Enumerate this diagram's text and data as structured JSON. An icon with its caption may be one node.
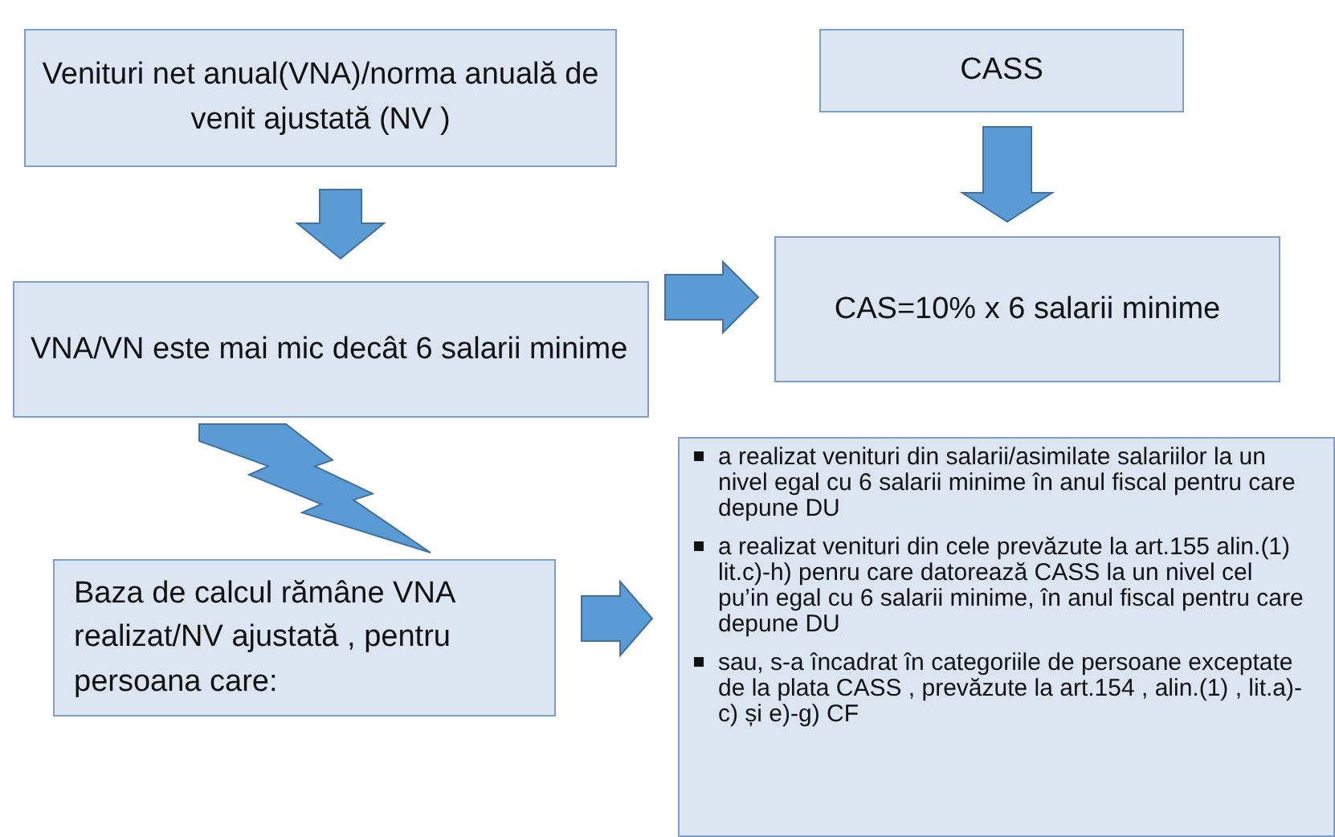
{
  "diagram": {
    "nodes": [
      {
        "text": [
          "Venituri net anual(VNA)/norma anuală de venit ajustată (NV )"
        ]
      },
      {
        "text": [
          "CASS"
        ]
      },
      {
        "text": [
          "VNA/VN este mai mic decât 6 salarii minime"
        ]
      },
      {
        "text": [
          "CAS=10% x 6 salarii minime"
        ]
      },
      {
        "text": [
          "Baza de calcul rămâne VNA realizat/NV ajustată , pentru persoana care:"
        ]
      },
      {
        "text": [
          "a realizat venituri din salarii/asimilate salariilor la un nivel egal cu 6 salarii minime în anul fiscal pentru care depune DU",
          "a realizat venituri din cele prevăzute la art.155 alin.(1) lit.c)-h) penru care datorează CASS la un nivel cel pu’in egal cu 6 salarii minime, în anul fiscal pentru care depune DU",
          "sau, s-a încadrat în categoriile de persoane exceptate de la plata CASS , prevăzute la art.154 , alin.(1) , lit.a)-c)  și e)-g) CF"
        ]
      }
    ],
    "edges": [
      {
        "from": 0,
        "to": 2,
        "arrow": "to"
      },
      {
        "from": 1,
        "to": 3,
        "arrow": "to"
      },
      {
        "from": 2,
        "to": 3,
        "arrow": "to"
      },
      {
        "from": 2,
        "to": 4,
        "arrow": "to"
      },
      {
        "from": 4,
        "to": 5,
        "arrow": "to"
      }
    ]
  }
}
